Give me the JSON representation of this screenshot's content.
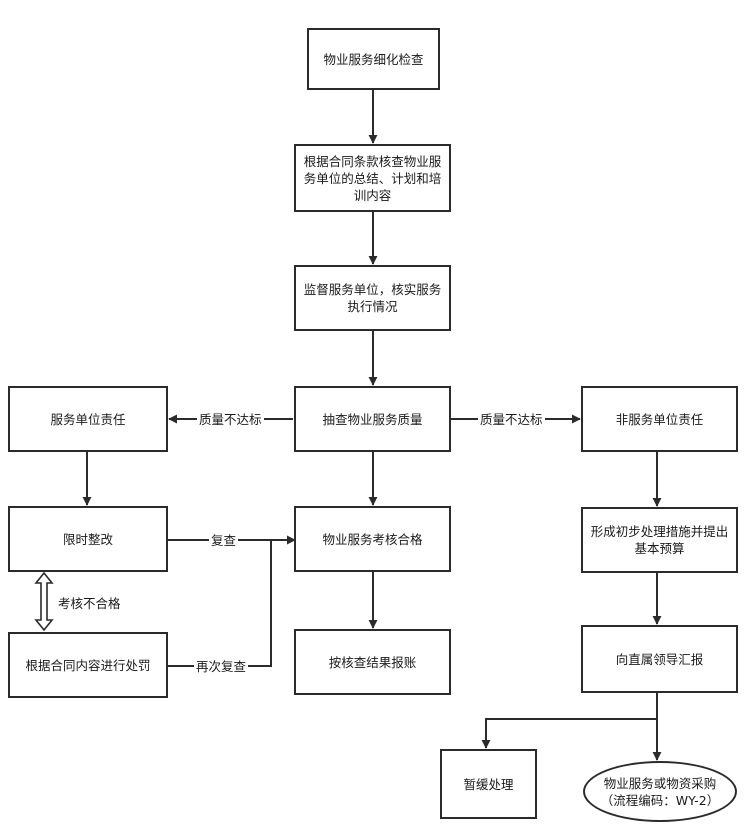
{
  "nodes": {
    "n1": "物业服务细化检查",
    "n2": "根据合同条款核查物业服务单位的总结、计划和培训内容",
    "n3": "监督服务单位，核实服务执行情况",
    "n4": "抽查物业服务质量",
    "n5": "服务单位责任",
    "n6": "非服务单位责任",
    "n7": "限时整改",
    "n8": "物业服务考核合格",
    "n9": "形成初步处理措施并提出基本预算",
    "n10": "根据合同内容进行处罚",
    "n11": "按核查结果报账",
    "n12": "向直属领导汇报",
    "n13": "暂缓处理",
    "n14_line1": "物业服务或物资采购",
    "n14_line2": "（流程编码：WY-2）"
  },
  "edges": {
    "quality_fail_left": "质量不达标",
    "quality_fail_right": "质量不达标",
    "recheck": "复查",
    "assessment_fail": "考核不合格",
    "recheck_again": "再次复查"
  }
}
